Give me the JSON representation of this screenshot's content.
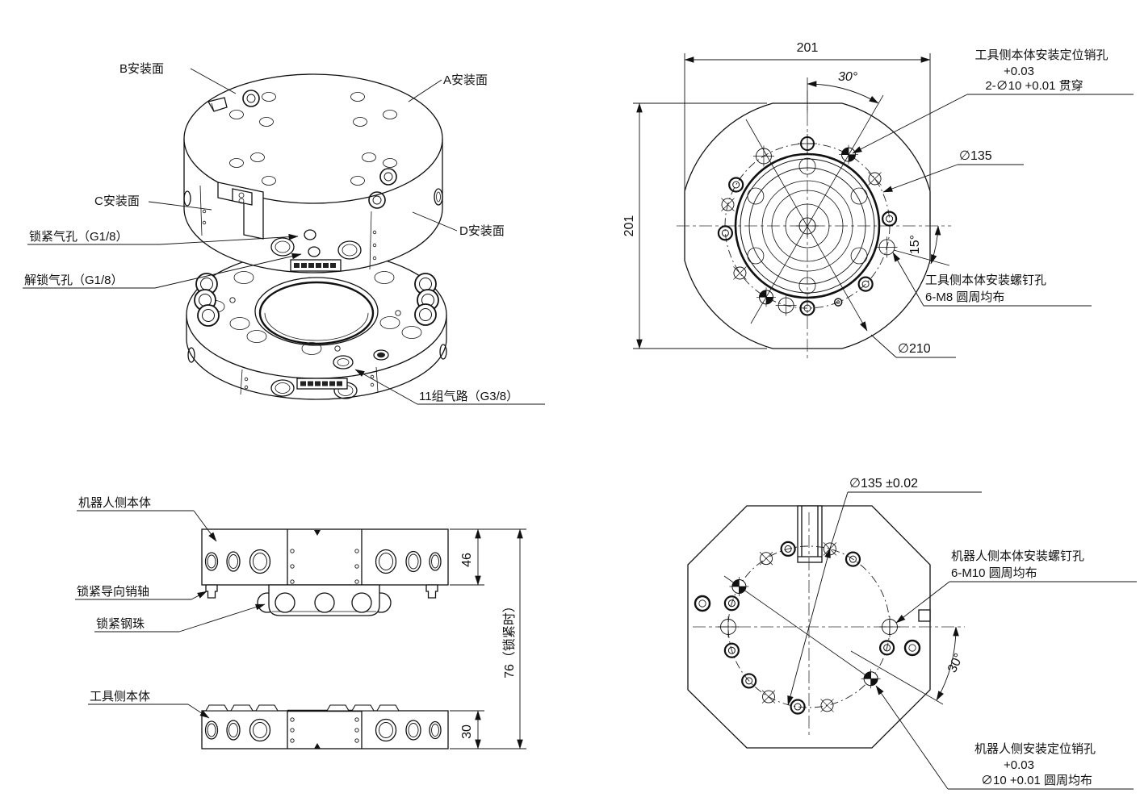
{
  "drawing": {
    "iso_view": {
      "label_b_face": "B安装面",
      "label_a_face": "A安装面",
      "label_c_face": "C安装面",
      "label_d_face": "D安装面",
      "label_lock_port": "锁紧气孔（G1/8）",
      "label_unlock_port": "解锁气孔（G1/8）",
      "label_air_ports": "11组气路（G3/8）"
    },
    "tool_side_view": {
      "dim_width": "201",
      "dim_height": "201",
      "dim_angle_pin": "30°",
      "dim_angle_screw": "15°",
      "dim_bolt_circle": "∅135",
      "dim_outer_diameter": "∅210",
      "pin_label_line1": "工具侧本体安装定位销孔",
      "pin_label_line2": "+0.03",
      "pin_label_line3": "2-∅10 +0.01 贯穿",
      "screw_label_line1": "工具侧本体安装螺钉孔",
      "screw_label_line2": "6-M8 圆周均布"
    },
    "side_view": {
      "label_robot_body": "机器人侧本体",
      "label_guide_pin": "锁紧导向销轴",
      "label_steel_ball": "锁紧钢珠",
      "label_tool_body": "工具侧本体",
      "dim_robot_height": "46",
      "dim_tool_height": "30",
      "dim_total_height": "76（锁紧时）"
    },
    "robot_side_view": {
      "dim_bolt_circle": "∅135 ±0.02",
      "dim_angle": "30°",
      "screw_label_line1": "机器人侧本体安装螺钉孔",
      "screw_label_line2": "6-M10 圆周均布",
      "pin_label_line1": "机器人侧安装定位销孔",
      "pin_label_line2": "+0.03",
      "pin_label_line3": "∅10 +0.01 圆周均布"
    }
  }
}
